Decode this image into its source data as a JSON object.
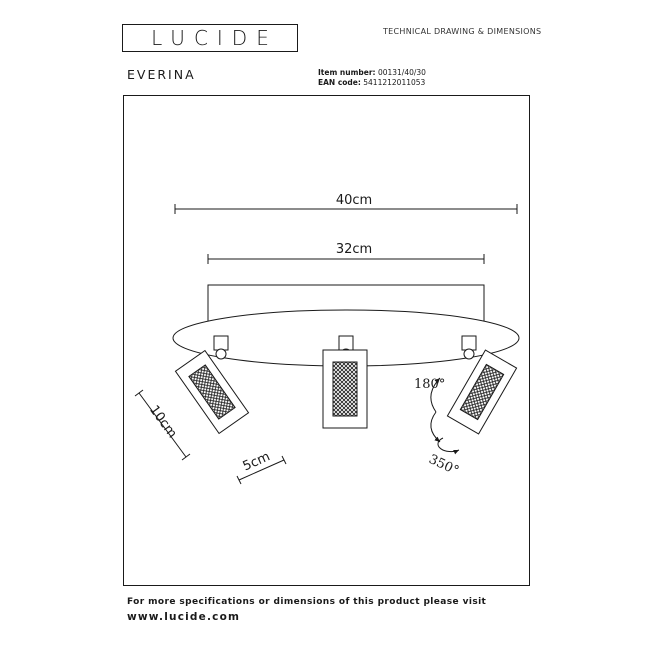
{
  "header": {
    "logo_text": "LUCIDE",
    "doc_type": "TECHNICAL DRAWING & DIMENSIONS",
    "product_name": "EVERINA",
    "item_number_label": "Item number:",
    "item_number": "00131/40/30",
    "ean_label": "EAN code:",
    "ean_code": "5411212011053"
  },
  "drawing": {
    "dim_width_total": "40cm",
    "dim_width_base": "32cm",
    "dim_spot_length": "10cm",
    "dim_spot_width": "5cm",
    "tilt_angle": "180°",
    "rotation_angle": "350°",
    "spot_count": 3
  },
  "footer": {
    "text": "For more specifications or dimensions of this product please visit",
    "url": "www.lucide.com"
  },
  "colors": {
    "ink": "#1a1a1a",
    "background": "#ffffff"
  }
}
